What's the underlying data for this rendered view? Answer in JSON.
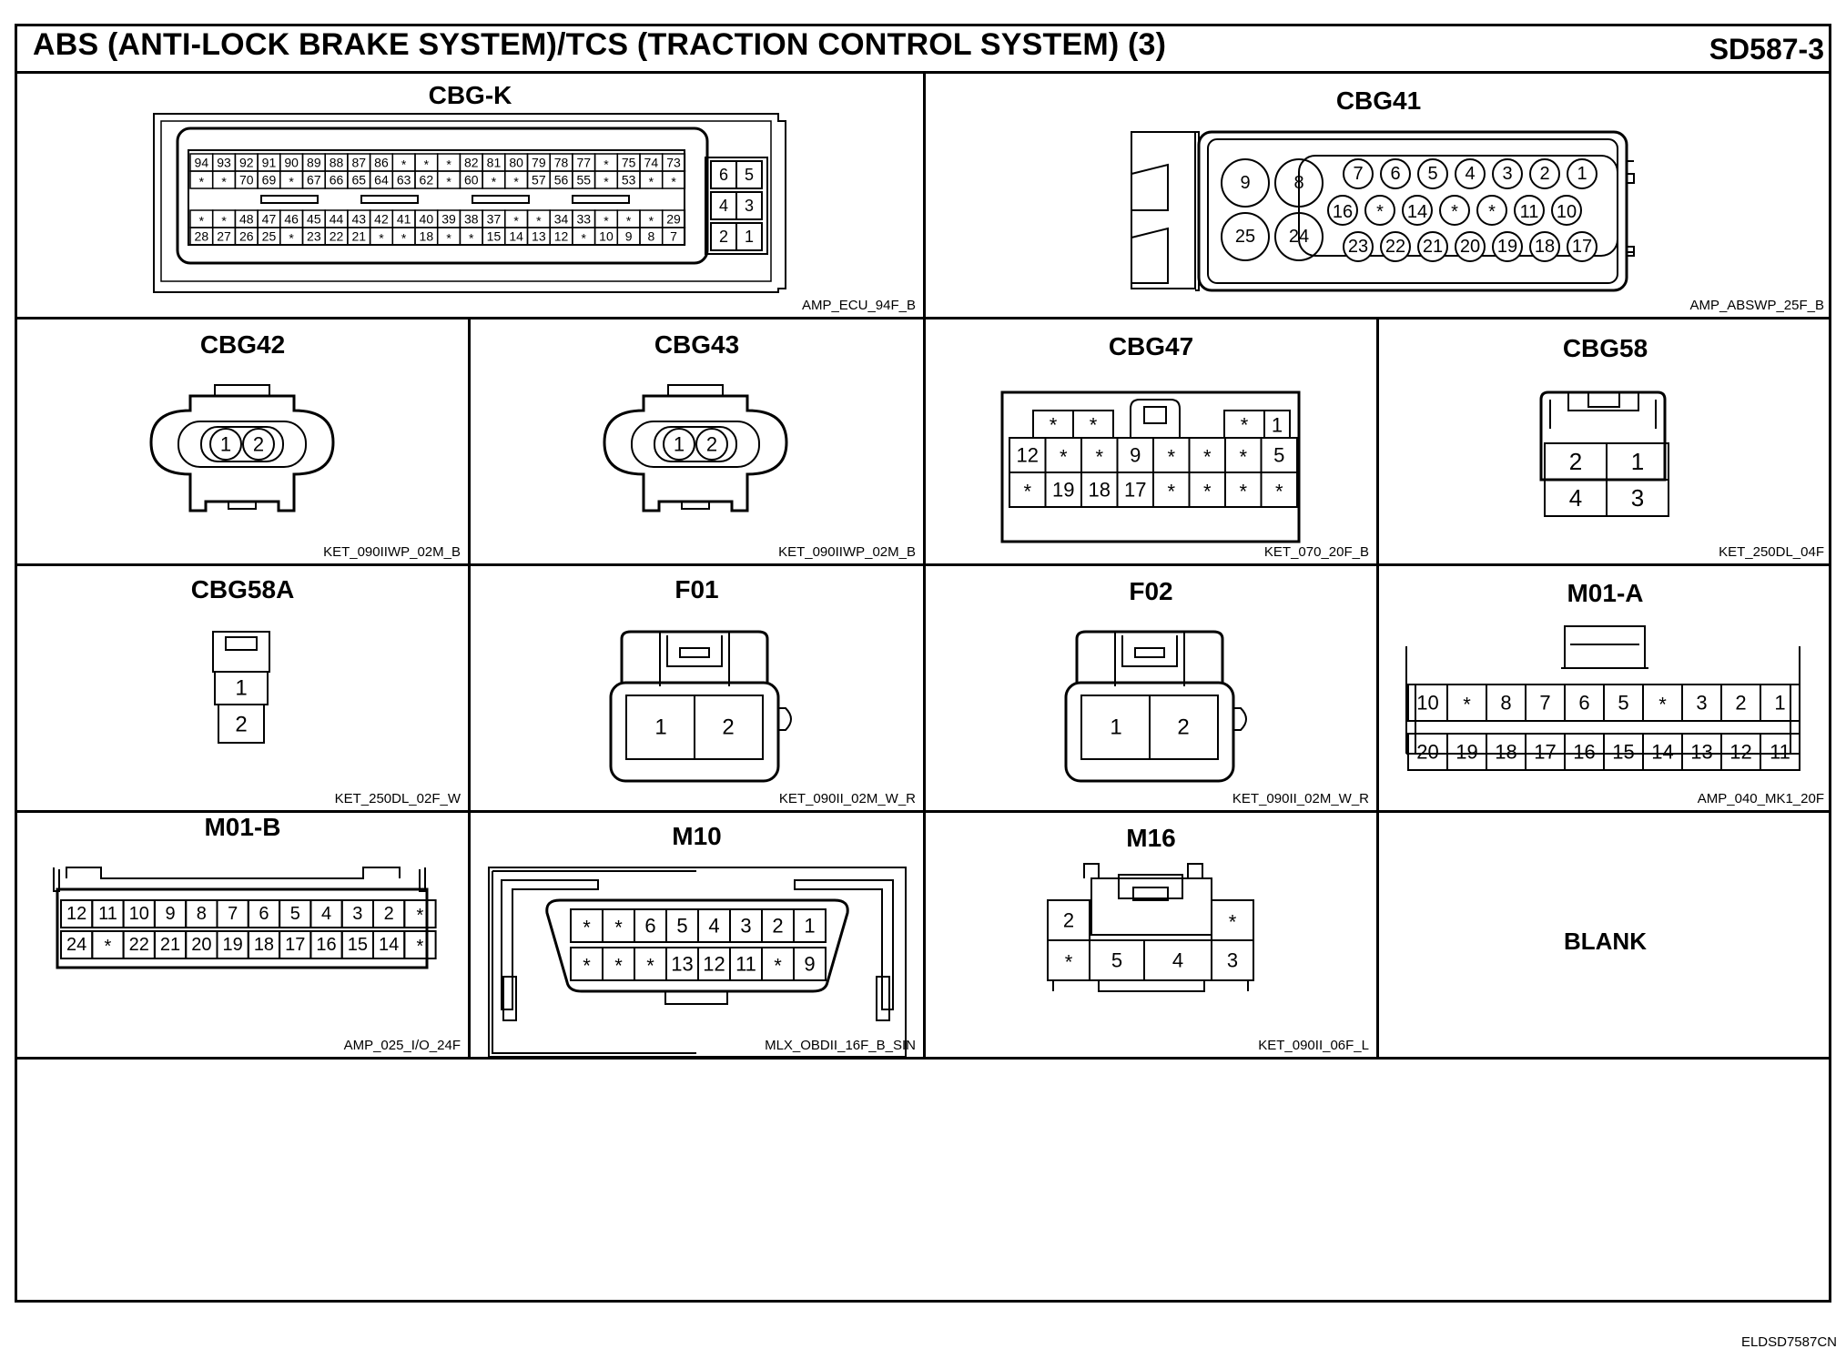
{
  "header": {
    "title": "ABS (ANTI-LOCK BRAKE SYSTEM)/TCS (TRACTION CONTROL SYSTEM) (3)",
    "code": "SD587-3"
  },
  "footer": {
    "ref": "ELDSD7587CN"
  },
  "connectors": {
    "cbgk": {
      "name": "CBG-K",
      "type": "AMP_ECU_94F_B",
      "rows": [
        [
          "94",
          "93",
          "92",
          "91",
          "90",
          "89",
          "88",
          "87",
          "86",
          "*",
          "*",
          "*",
          "82",
          "81",
          "80",
          "79",
          "78",
          "77",
          "*",
          "75",
          "74",
          "73"
        ],
        [
          "*",
          "*",
          "70",
          "69",
          "*",
          "67",
          "66",
          "65",
          "64",
          "63",
          "62",
          "*",
          "60",
          "*",
          "*",
          "57",
          "56",
          "55",
          "*",
          "53",
          "*",
          "*"
        ],
        [
          "*",
          "*",
          "48",
          "47",
          "46",
          "45",
          "44",
          "43",
          "42",
          "41",
          "40",
          "39",
          "38",
          "37",
          "*",
          "*",
          "34",
          "33",
          "*",
          "*",
          "*",
          "29"
        ],
        [
          "28",
          "27",
          "26",
          "25",
          "*",
          "23",
          "22",
          "21",
          "*",
          "*",
          "18",
          "*",
          "*",
          "15",
          "14",
          "13",
          "12",
          "*",
          "10",
          "9",
          "8",
          "7"
        ]
      ],
      "side": [
        [
          "6",
          "5"
        ],
        [
          "4",
          "3"
        ],
        [
          "2",
          "1"
        ]
      ]
    },
    "cbg41": {
      "name": "CBG41",
      "type": "AMP_ABSWP_25F_B",
      "big": [
        "9",
        "8",
        "25",
        "24"
      ],
      "row1": [
        "7",
        "6",
        "5",
        "4",
        "3",
        "2",
        "1"
      ],
      "row2": [
        "16",
        "*",
        "14",
        "*",
        "*",
        "11",
        "10"
      ],
      "row3": [
        "23",
        "22",
        "21",
        "20",
        "19",
        "18",
        "17"
      ]
    },
    "cbg42": {
      "name": "CBG42",
      "type": "KET_090IIWP_02M_B",
      "pins": [
        "1",
        "2"
      ]
    },
    "cbg43": {
      "name": "CBG43",
      "type": "KET_090IIWP_02M_B",
      "pins": [
        "1",
        "2"
      ]
    },
    "cbg47": {
      "name": "CBG47",
      "type": "KET_070_20F_B",
      "top": [
        "*",
        "*",
        "*",
        "1"
      ],
      "row1": [
        "12",
        "*",
        "*",
        "9",
        "*",
        "*",
        "*",
        "5"
      ],
      "row2": [
        "*",
        "19",
        "18",
        "17",
        "*",
        "*",
        "*",
        "*"
      ]
    },
    "cbg58": {
      "name": "CBG58",
      "type": "KET_250DL_04F",
      "row1": [
        "2",
        "1"
      ],
      "row2": [
        "4",
        "3"
      ]
    },
    "cbg58a": {
      "name": "CBG58A",
      "type": "KET_250DL_02F_W",
      "pins": [
        "1",
        "2"
      ]
    },
    "f01": {
      "name": "F01",
      "type": "KET_090II_02M_W_R",
      "pins": [
        "1",
        "2"
      ]
    },
    "f02": {
      "name": "F02",
      "type": "KET_090II_02M_W_R",
      "pins": [
        "1",
        "2"
      ]
    },
    "m01a": {
      "name": "M01-A",
      "type": "AMP_040_MK1_20F",
      "row1": [
        "10",
        "*",
        "8",
        "7",
        "6",
        "5",
        "*",
        "3",
        "2",
        "1"
      ],
      "row2": [
        "20",
        "19",
        "18",
        "17",
        "16",
        "15",
        "14",
        "13",
        "12",
        "11"
      ]
    },
    "m01b": {
      "name": "M01-B",
      "type": "AMP_025_I/O_24F",
      "row1": [
        "12",
        "11",
        "10",
        "9",
        "8",
        "7",
        "6",
        "5",
        "4",
        "3",
        "2",
        "*"
      ],
      "row2": [
        "24",
        "*",
        "22",
        "21",
        "20",
        "19",
        "18",
        "17",
        "16",
        "15",
        "14",
        "*"
      ]
    },
    "m10": {
      "name": "M10",
      "type": "MLX_OBDII_16F_B_SIN",
      "row1": [
        "*",
        "*",
        "6",
        "5",
        "4",
        "3",
        "2",
        "1"
      ],
      "row2": [
        "*",
        "*",
        "*",
        "13",
        "12",
        "11",
        "*",
        "9"
      ]
    },
    "m16": {
      "name": "M16",
      "type": "KET_090II_06F_L",
      "p2": "2",
      "pstar1": "*",
      "pstar2": "*",
      "p5": "5",
      "p4": "4",
      "p3": "3"
    },
    "blank": {
      "label": "BLANK"
    }
  }
}
